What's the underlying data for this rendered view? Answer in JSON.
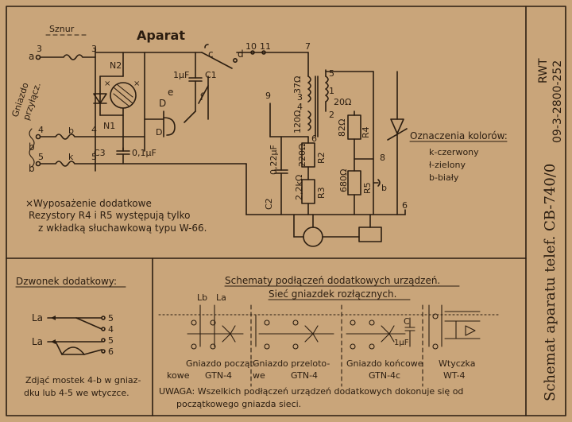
{
  "colors": {
    "paper": "#c9a57a",
    "ink": "#2b1d10"
  },
  "frame": {
    "title_side": "Schemat aparatu telef. CB-740/0",
    "code_rwt": "RWT",
    "code_num": "09-3-2800-252"
  },
  "main": {
    "aparat": "Aparat",
    "szn": "Sznur",
    "gniazdo": "Gniazdo",
    "przylacz": "przyłącz.",
    "terminals": {
      "a": "a",
      "b": "b",
      "k": "k",
      "n3": "3",
      "n4": "4",
      "n5": "5",
      "n3r": "3",
      "n4r": "4",
      "n5r": "5"
    },
    "n2": "N2",
    "n1": "N1",
    "c3": "C3",
    "c3val": "0,1µF",
    "c1": "C1",
    "c1val": "1µF",
    "contacts": {
      "c": "c",
      "d": "d",
      "f": "f",
      "e": "e",
      "D": "D",
      "D2": "D"
    },
    "nums": {
      "n10": "10",
      "n11": "11",
      "n7": "7",
      "n5": "5",
      "n9": "9",
      "n3": "3",
      "n4": "4",
      "n1": "1",
      "n2": "2",
      "n6": "6",
      "n8": "8",
      "n6b": "6"
    },
    "res": {
      "r37": "37Ω",
      "r120": "120Ω",
      "r20": "20Ω",
      "r82": "82Ω",
      "r4": "R4",
      "r220": "220Ω",
      "r2": "R2",
      "r22k": "2,2kΩ",
      "r3": "R3",
      "r680": "680Ω",
      "r5": "R5",
      "c2": "C2",
      "c2val": "0,22µF",
      "b": "b",
      "x1": "×",
      "x2": "×"
    }
  },
  "legend": {
    "title": "Oznaczenia kolorów:",
    "items": [
      "k-czerwony",
      "ł-zielony",
      "b-biały"
    ]
  },
  "note": {
    "mark": "×",
    "lines": [
      "Wyposażenie dodatkowe",
      "Rezystory R4 i R5 występują tylko",
      "z wkładką słuchawkową typu W-66."
    ]
  },
  "bell": {
    "title": "Dzwonek dodatkowy:",
    "la1": "La",
    "la2": "La",
    "t5": "5",
    "t4": "4",
    "t5b": "5",
    "t6": "6",
    "caption": [
      "Zdjąć mostek 4-b w gniaz-",
      "dku lub 4-5 we wtyczce."
    ]
  },
  "schemes": {
    "title": "Schematy podłączeń dodatkowych urządzeń.",
    "subtitle": "Sieć gniazdek rozłącznych.",
    "lb": "Lb",
    "la": "La",
    "labels": [
      {
        "l1": "Gniazdo począt-",
        "l2": "kowe",
        "l3": "GTN-4"
      },
      {
        "l1": "Gniazdo przeloto-",
        "l2": "we",
        "l3": "GTN-4"
      },
      {
        "l1": "Gniazdo końcowe",
        "l2": "",
        "l3": "GTN-4c"
      },
      {
        "l1": "Wtyczka",
        "l2": "",
        "l3": "WT-4"
      }
    ],
    "c": "C",
    "cval": "1µF",
    "warning": [
      "UWAGA: Wszelkich podłączeń urządzeń dodatkowych dokonuje się od",
      "początkowego gniazda sieci."
    ]
  }
}
